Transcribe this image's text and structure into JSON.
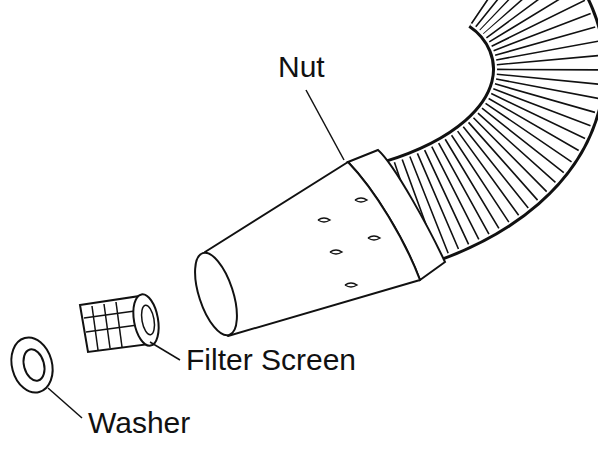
{
  "diagram": {
    "labels": [
      "Nut",
      "Filter Screen",
      "Washer"
    ]
  }
}
